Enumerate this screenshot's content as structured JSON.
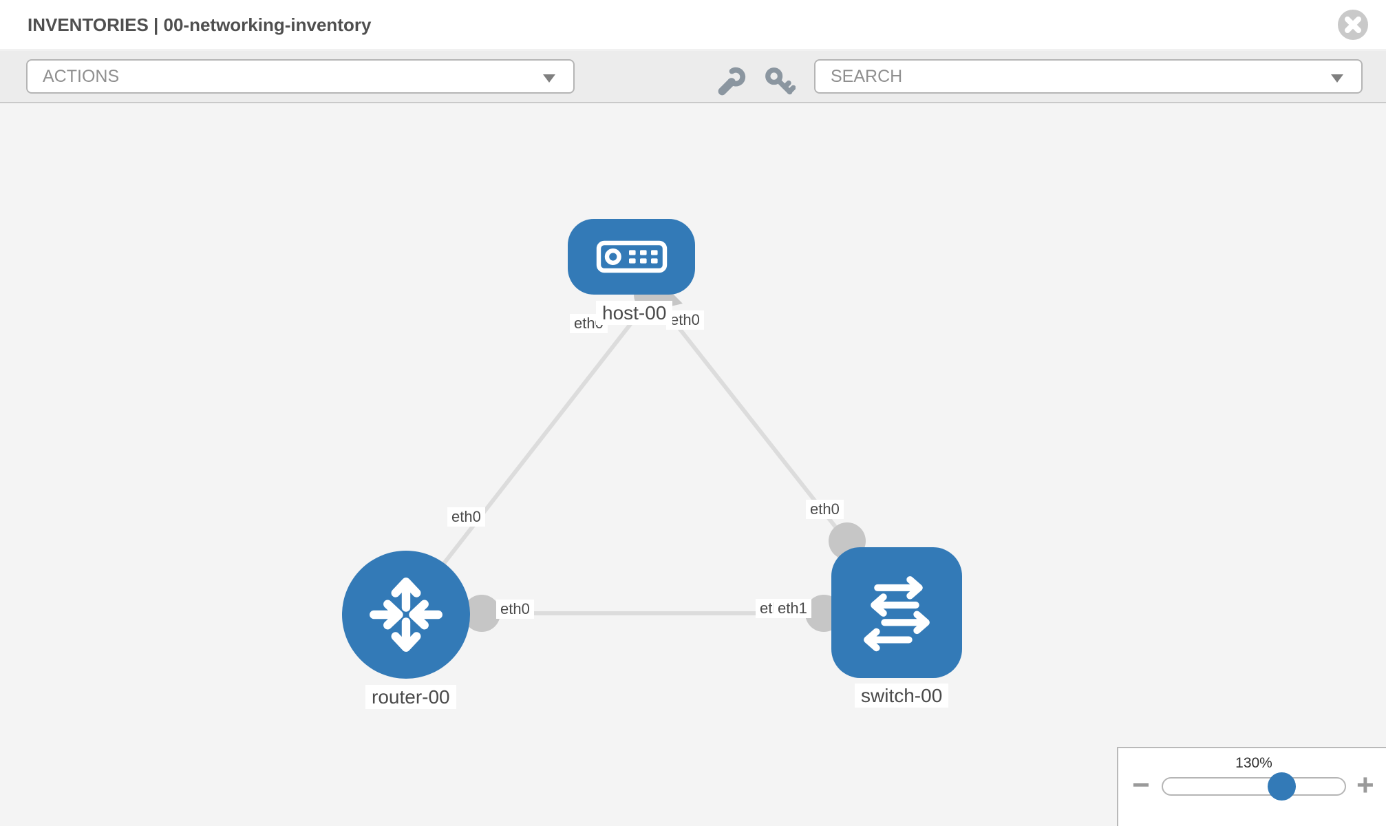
{
  "header": {
    "title": "INVENTORIES | 00-networking-inventory",
    "close_icon": "x-circle-icon"
  },
  "toolbar": {
    "actions": {
      "label": "ACTIONS",
      "state": "collapsed"
    },
    "search": {
      "label": "SEARCH",
      "state": "collapsed"
    },
    "icons": [
      {
        "name": "wrench-icon"
      },
      {
        "name": "key-icon"
      }
    ]
  },
  "topology": {
    "nodes": [
      {
        "label": "host-00",
        "type": "host",
        "shape": "rounded-rect",
        "icon": "server-icon"
      },
      {
        "label": "router-00",
        "type": "router",
        "shape": "circle",
        "icon": "router-arrows-icon"
      },
      {
        "label": "switch-00",
        "type": "switch",
        "shape": "rounded-square",
        "icon": "switch-arrows-icon"
      }
    ],
    "links": [
      {
        "from": "host-00",
        "from_if": "eth0",
        "to": "router-00",
        "to_if": "eth0"
      },
      {
        "from": "host-00",
        "from_if": "eth0",
        "to": "switch-00",
        "to_if": "eth0"
      },
      {
        "from": "router-00",
        "from_if": "eth0",
        "to": "switch-00",
        "to_if": "eth1"
      }
    ],
    "overlapped_label": {
      "text": "eth1",
      "note": "partially hidden chip beside switch left port"
    }
  },
  "zoom_control": {
    "value": "130%",
    "percent": 130,
    "minus": "−",
    "plus": "+"
  },
  "colors": {
    "node_blue": "#337ab7",
    "link_gray": "#dcdcdc",
    "port_gray": "#c6c6c6",
    "toolbar_bg": "#ececec",
    "canvas_bg": "#f4f4f4",
    "text_dark": "#4f4f4f",
    "text_muted": "#8f8f8f",
    "icon_slate": "#8b96a0"
  }
}
